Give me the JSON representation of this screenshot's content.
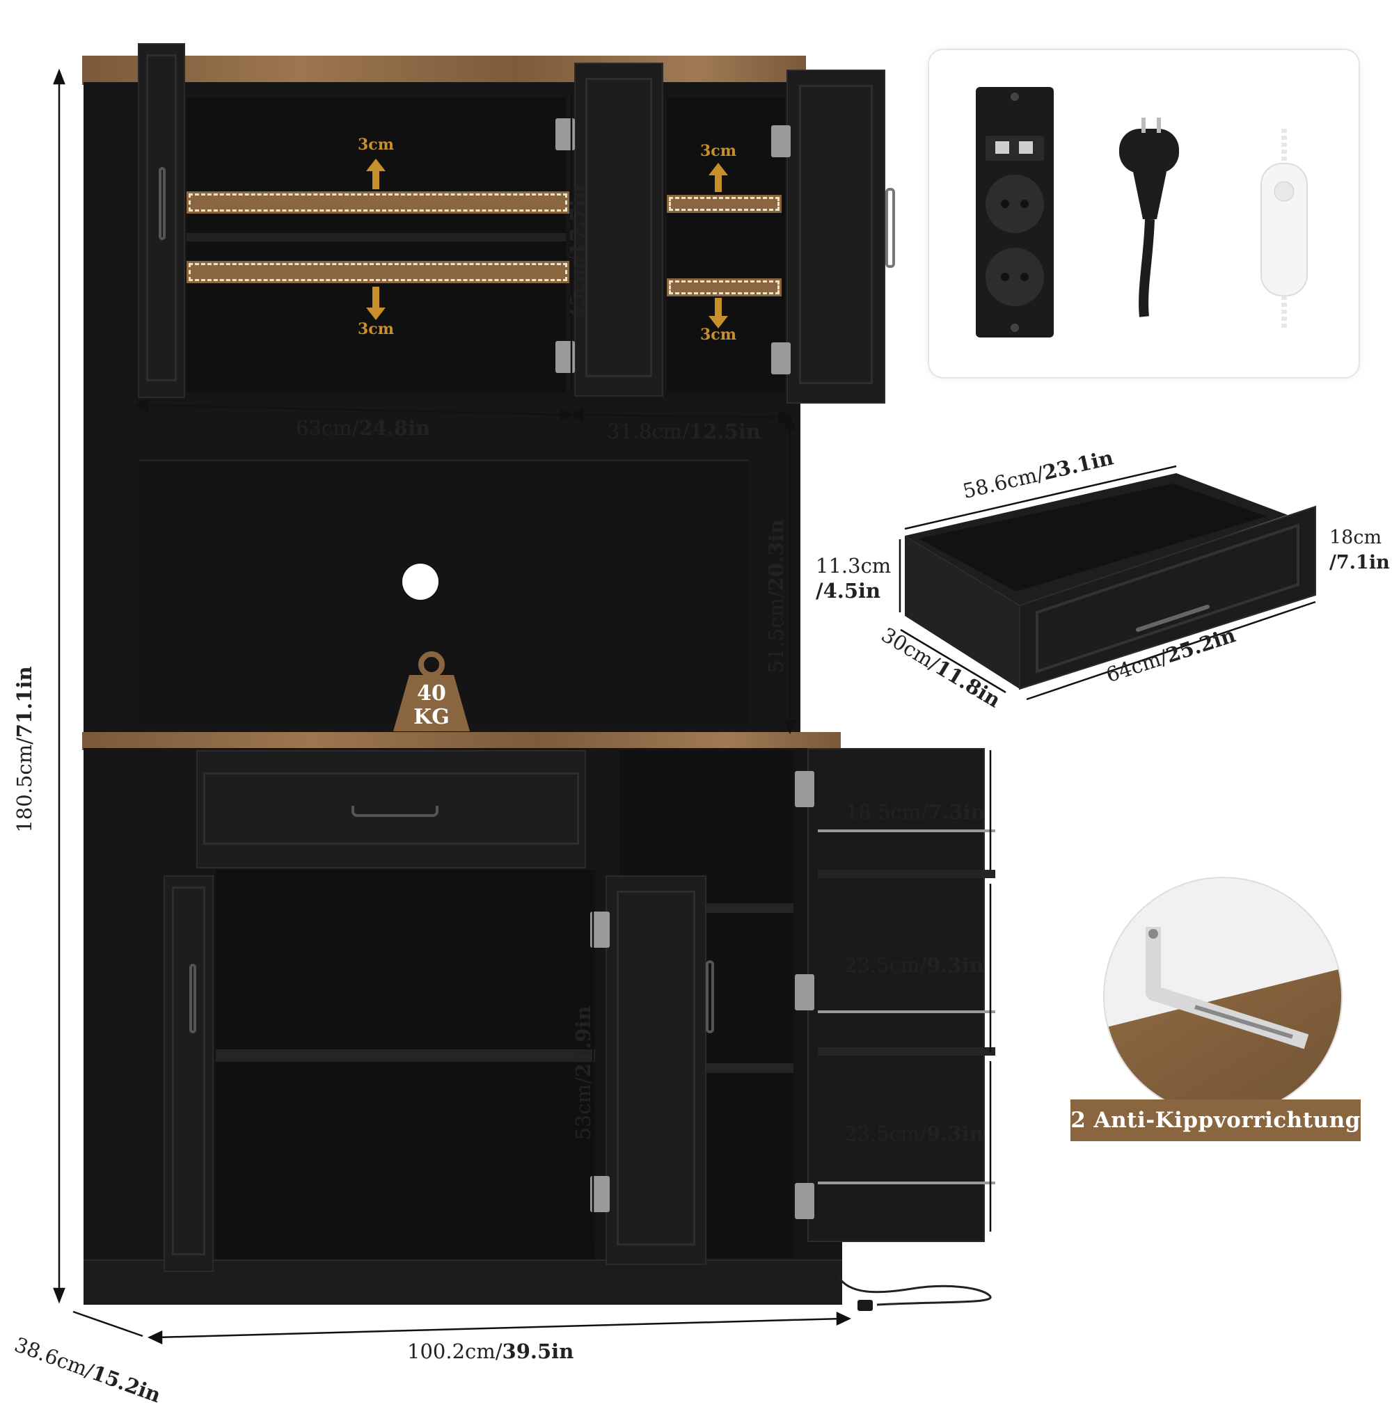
{
  "dimensions": {
    "total_height": {
      "cm": "180.5cm/",
      "in": "71.1in"
    },
    "depth": {
      "cm": "38.6cm/",
      "in": "15.2in"
    },
    "width": {
      "cm": "100.2cm/",
      "in": "39.5in"
    },
    "upper_left_width": {
      "cm": "63cm/",
      "in": "24.8in"
    },
    "upper_right_width": {
      "cm": "31.8cm/",
      "in": "12.5in"
    },
    "upper_height": {
      "cm": "45cm/",
      "in": "17.7in"
    },
    "middle_height": {
      "cm": "51.5cm/",
      "in": "20.3in"
    },
    "lower_height": {
      "cm": "53cm/",
      "in": "20.9in"
    },
    "door_shelf_1": {
      "cm": "18.5cm/",
      "in": "7.3in"
    },
    "door_shelf_2": {
      "cm": "23.5cm/",
      "in": "9.3in"
    },
    "door_shelf_3": {
      "cm": "23.5cm/",
      "in": "9.3in"
    },
    "shelf_adjust": "3cm"
  },
  "drawer": {
    "inner_length": {
      "cm": "58.6cm/",
      "in": "23.1in"
    },
    "outer_length": {
      "cm": "64cm/",
      "in": "25.2in"
    },
    "depth": {
      "cm": "30cm/",
      "in": "11.8in"
    },
    "inner_height": {
      "cm": "11.3cm",
      "in": "/4.5in"
    },
    "outer_height": {
      "cm": "18cm",
      "in": "/7.1in"
    }
  },
  "load": {
    "value": "40",
    "unit": "KG"
  },
  "anti_tip": {
    "label": "2 Anti-Kippvorrichtung"
  },
  "accessories": [
    "power-strip-icon",
    "plug-icon",
    "led-remote-icon"
  ],
  "colors": {
    "cabinet": "#161616",
    "wood": "#8a6640",
    "accent": "#c8902a"
  }
}
